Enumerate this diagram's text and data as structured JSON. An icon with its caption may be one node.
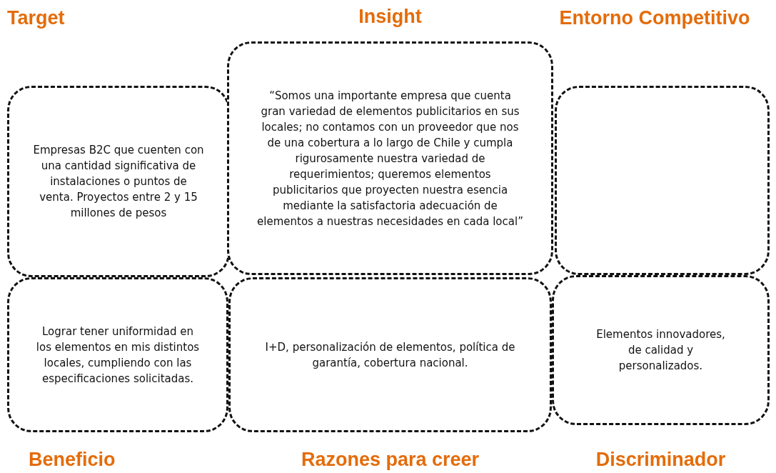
{
  "diagram": {
    "nodes": [
      {
        "text": [
          "Target",
          "Empresas B2C que cuenten con una cantidad significativa de instalaciones o puntos de venta. Proyectos entre 2 y 15 millones de pesos"
        ]
      },
      {
        "text": [
          "Insight",
          "“Somos una importante empresa que cuenta gran variedad de elementos publicitarios en sus locales; no contamos con un proveedor que nos de una cobertura a lo largo de Chile y cumpla rigurosamente nuestra variedad de requerimientos; queremos  elementos publicitarios que proyecten nuestra esencia mediante  la satisfactoria adecuación de elementos a nuestras necesidades en cada local”"
        ]
      },
      {
        "text": [
          "Entorno Competitivo"
        ]
      },
      {
        "text": [
          "Lograr tener uniformidad en los elementos en mis distintos locales, cumpliendo con las especificaciones solicitadas.",
          "Beneficio"
        ]
      },
      {
        "text": [
          "I+D, personalización de elementos, política de garantía, cobertura nacional.",
          "Razones para creer"
        ]
      },
      {
        "text": [
          "Elementos innovadores, de calidad y personalizados.",
          "Discriminador"
        ]
      }
    ]
  }
}
